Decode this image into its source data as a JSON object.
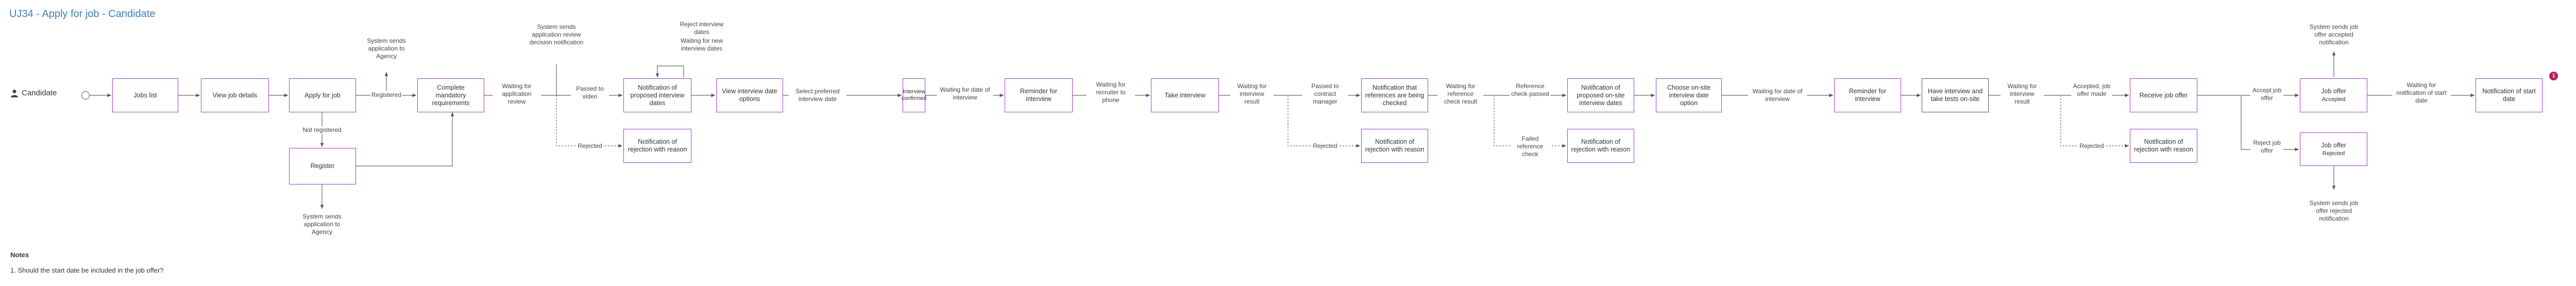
{
  "page_title": "UJ34 - Apply for job - Candidate",
  "actor": {
    "label": "Candidate",
    "icon": "person-icon"
  },
  "colors": {
    "box_border": "#a33bd6",
    "title": "#3d7ec9",
    "badge": "#c2185b",
    "line": "#555555"
  },
  "nodes": {
    "jobs_list": "Jobs list",
    "view_job_details": "View job details",
    "apply_for_job": "Apply for job",
    "register": "Register",
    "complete_requirements": "Complete mandatory requirements",
    "notif_proposed_interview": "Notification of proposed interview dates",
    "notif_rejection_1": "Notification of rejection with reason",
    "view_interview_date_options": "View interview date options",
    "interview_confirmed": "Interview confirmed",
    "reminder_interview_1": "Reminder for interview",
    "take_interview": "Take interview",
    "notif_references": "Notification that references are being checked",
    "notif_rejection_2": "Notification of rejection with reason",
    "notif_onsite_dates": "Notification of proposed on-site interview dates",
    "notif_rejection_3": "Notification of rejection with reason",
    "choose_onsite_date": "Choose on-site interview date option",
    "reminder_interview_2": "Reminder for interview",
    "have_interview_onsite": "Have interview and take tests on-site",
    "receive_job_offer": "Receive job offer",
    "notif_rejection_4": "Notification of rejection with reason",
    "job_offer_accepted": "Job offer",
    "job_offer_accepted_status": "Accepted",
    "job_offer_rejected": "Job offer",
    "job_offer_rejected_status": "Rejected",
    "notif_start_date": "Notification of start date"
  },
  "labels": {
    "system_sends_agency_top": "System sends application to Agency",
    "registered": "Registered",
    "not_registered": "Not registered",
    "system_sends_agency_bottom": "System sends application to Agency",
    "waiting_app_review": "Waiting for application review",
    "system_sends_review_decision": "System sends application review decision notification",
    "passed_to_video": "Passed to video",
    "rejected_1": "Rejected",
    "reject_interview_dates": "Reject interview dates",
    "waiting_new_interview_dates": "Waiting for new interview dates",
    "select_preferred_date": "Select preferred interview date",
    "waiting_date_interview_1": "Waiting for date of interview",
    "waiting_recruiter_phone": "Waiting for recruiter to phone",
    "waiting_interview_result_1": "Waiting for interview result",
    "passed_to_contract_manager": "Passed to contract manager",
    "rejected_2": "Rejected",
    "waiting_reference_check": "Waiting for reference check result",
    "reference_check_passed": "Reference check passed",
    "failed_reference_check": "Failed reference check",
    "waiting_date_interview_2": "Waiting for date of interview",
    "waiting_interview_result_2": "Waiting for interview result",
    "accepted_offer_made": "Accepted, job offer made",
    "rejected_3": "Rejected",
    "accept_job_offer": "Accept job offer",
    "reject_job_offer": "Reject job offer",
    "system_sends_offer_accepted": "System sends job offer accepted notification",
    "system_sends_offer_rejected": "System sends job offer rejected notification",
    "waiting_start_date_notif": "Waiting for notification of start date"
  },
  "badge": "1",
  "notes": {
    "title": "Notes",
    "items": [
      "1. Should the start date be included in the job offer?"
    ]
  }
}
